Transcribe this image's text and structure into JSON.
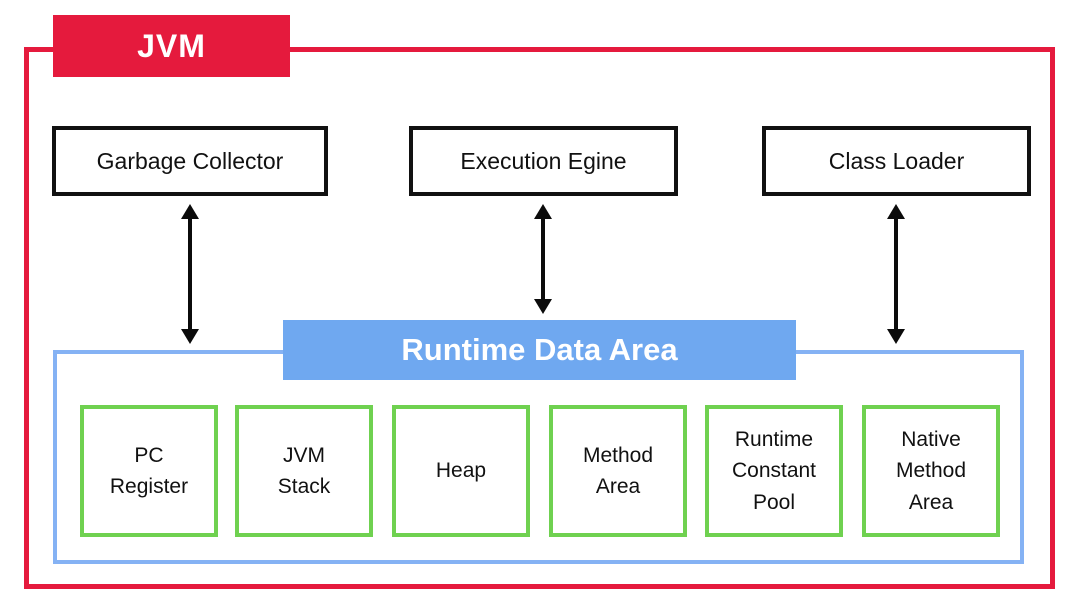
{
  "diagram": {
    "title": "JVM",
    "top_boxes": [
      {
        "label": "Garbage Collector"
      },
      {
        "label": "Execution Egine"
      },
      {
        "label": "Class Loader"
      }
    ],
    "runtime_area": {
      "title": "Runtime Data Area",
      "boxes": [
        {
          "label": "PC Register"
        },
        {
          "label": "JVM Stack"
        },
        {
          "label": "Heap"
        },
        {
          "label": "Method Area"
        },
        {
          "label": "Runtime Constant Pool"
        },
        {
          "label": "Native Method Area"
        }
      ]
    },
    "colors": {
      "frame_red": "#E51A3D",
      "header_blue": "#6FA8F0",
      "container_border_blue": "#85B2F4",
      "memory_border_green": "#6FD150",
      "box_border_black": "#111111"
    }
  }
}
